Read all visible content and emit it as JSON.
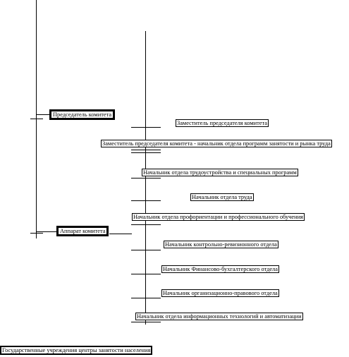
{
  "org_chart": {
    "chairman": "Председатель комитета",
    "apparatus": "Аппарат комитета",
    "institutions": "Государственные учреждения центры занятости населения",
    "positions": [
      "Заместитель председателя комитета",
      "Заместитель председателя комитета - начальник отдела программ занятости и рынка труда",
      "Начальник отдела трудоустройства и специальных программ",
      "Начальник отдела  труда",
      "Начальник отдела профориентации и профессионального обучения",
      "Начальник контрольно-ревизионного отдела",
      "Начальник Финансово-бухгалтерского отдела",
      "Начальник организационно-правового отдела",
      "Начальник отдела информационных технологий и автоматизации"
    ]
  }
}
